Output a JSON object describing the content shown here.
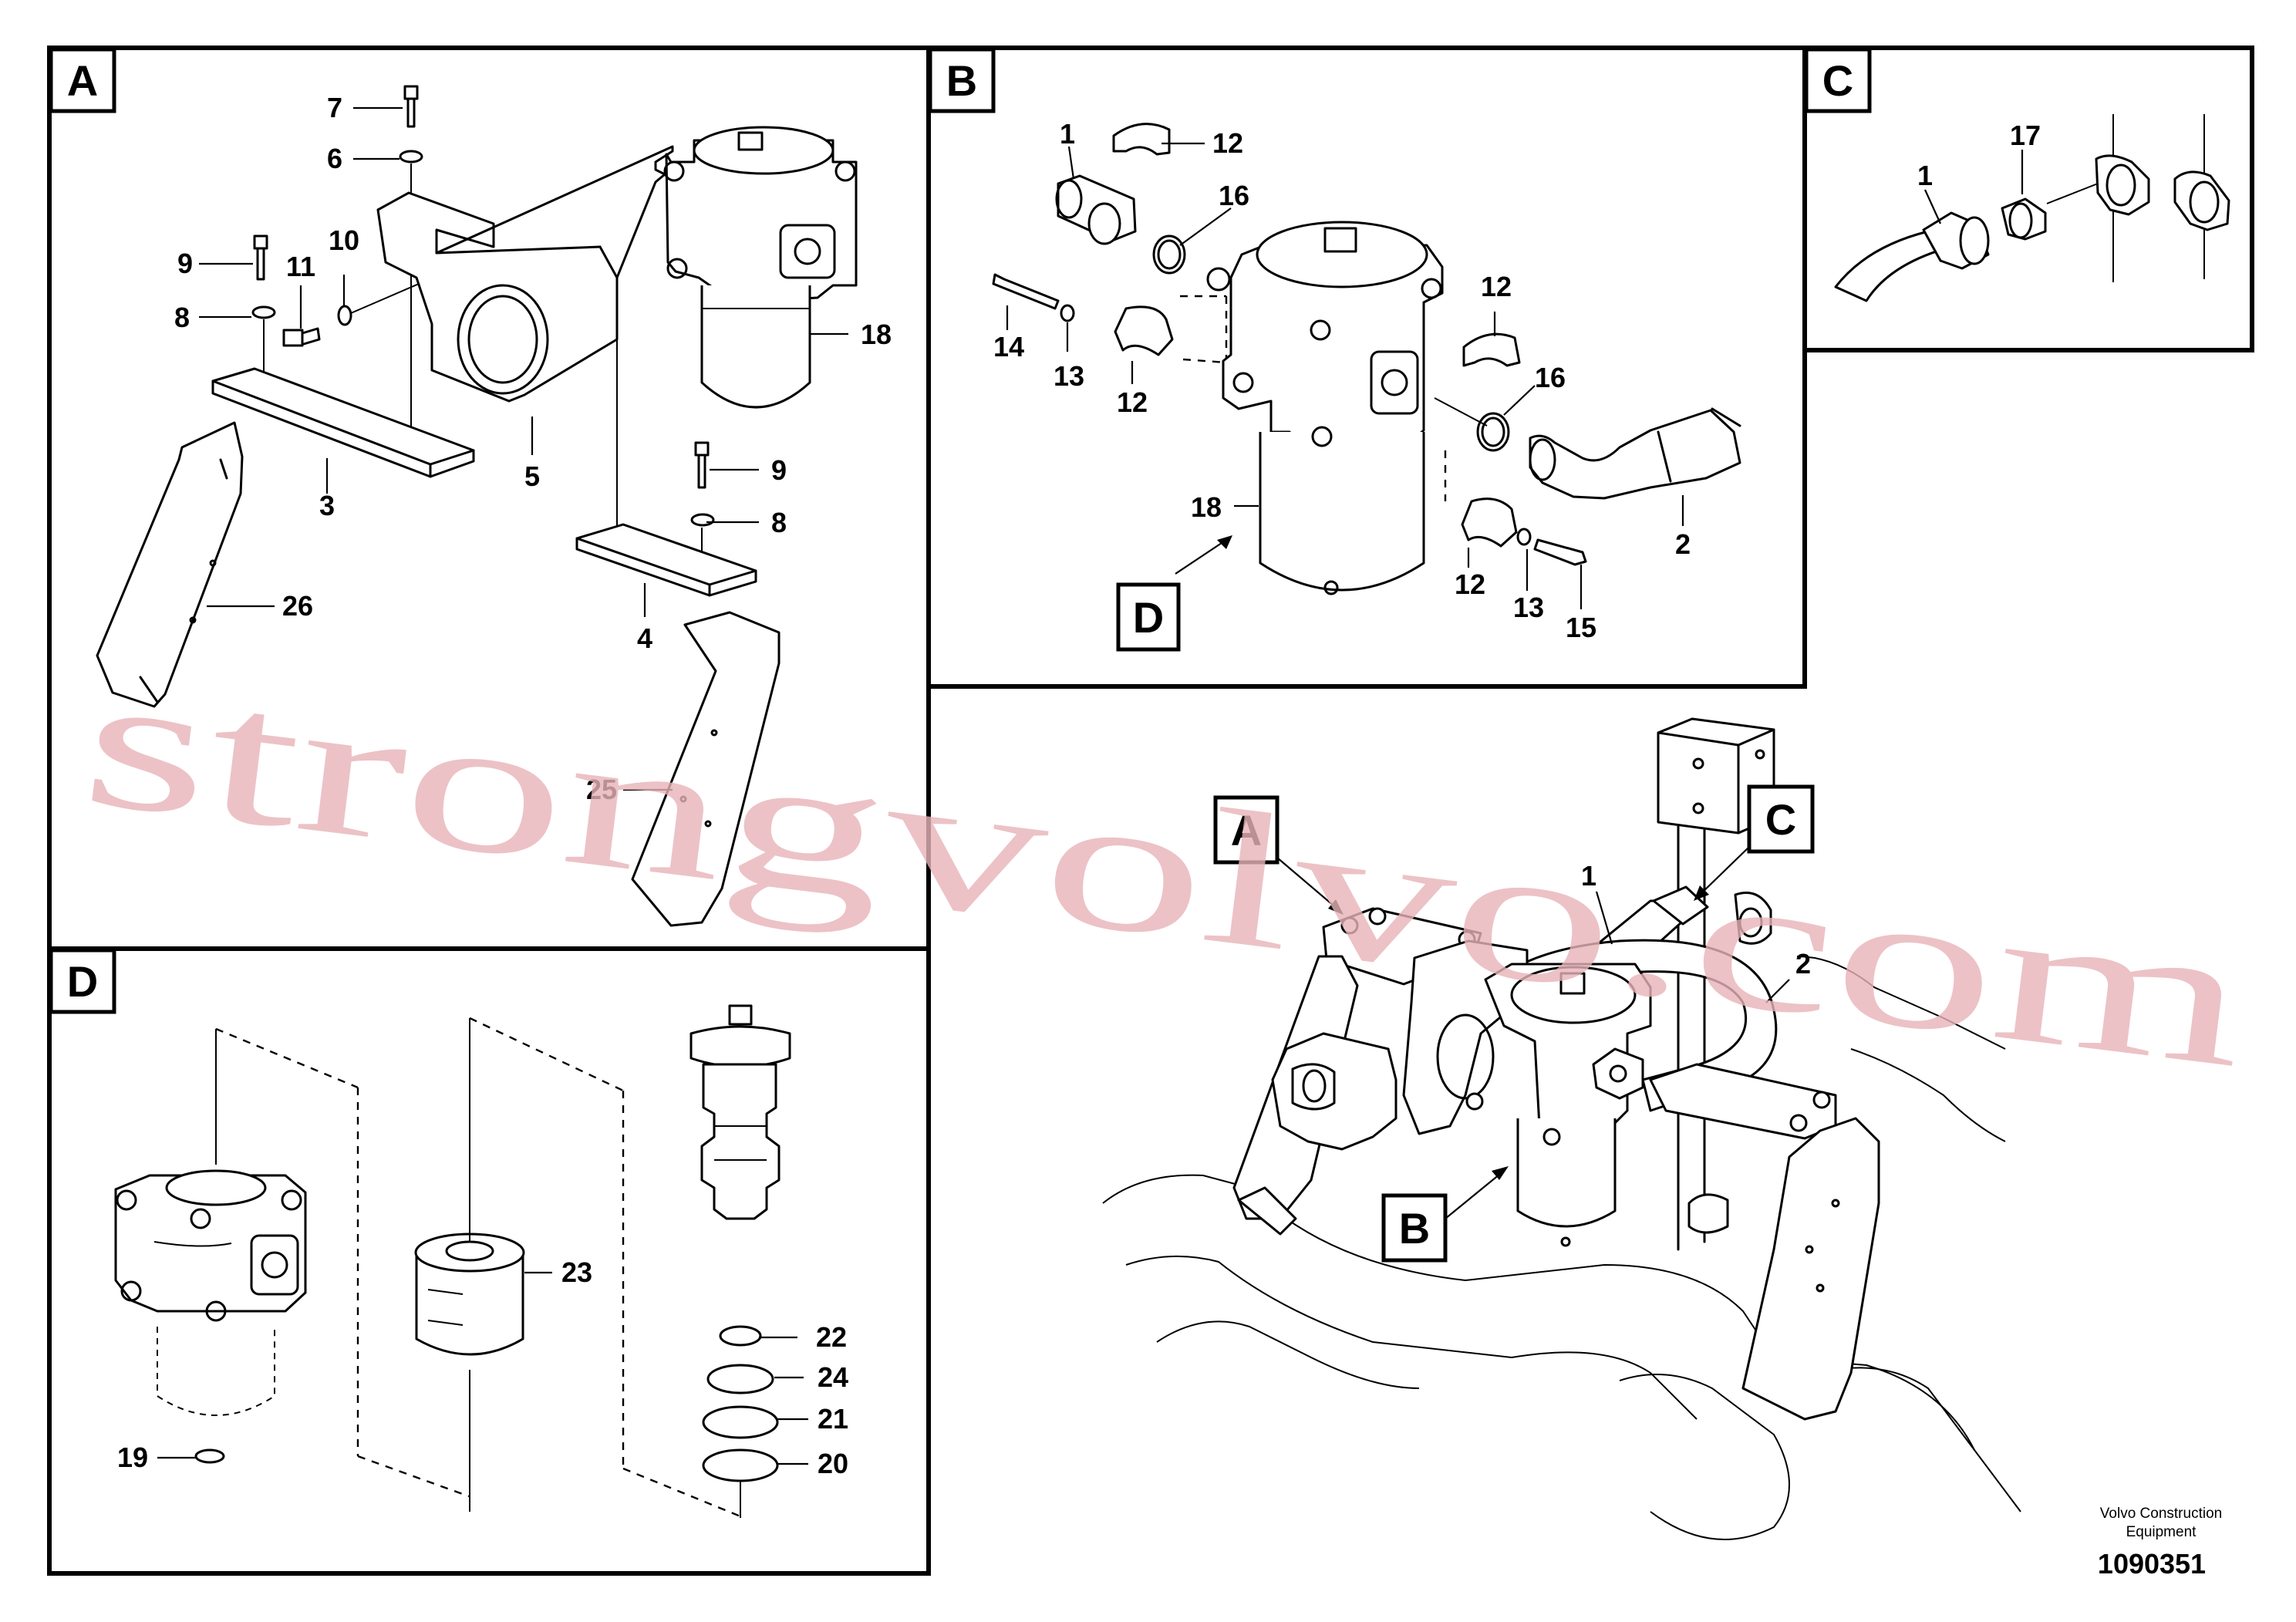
{
  "sections": {
    "A": "A",
    "B": "B",
    "C": "C",
    "D": "D"
  },
  "callouts": {
    "a7": "7",
    "a6": "6",
    "a9": "9",
    "a11": "11",
    "a10": "10",
    "a8": "8",
    "a18": "18",
    "a3": "3",
    "a5": "5",
    "a9b": "9",
    "a8b": "8",
    "a26": "26",
    "a4": "4",
    "a25": "25",
    "b1": "1",
    "b12a": "12",
    "b16a": "16",
    "b14": "14",
    "b13a": "13",
    "b12b": "12",
    "b12c": "12",
    "b16b": "16",
    "b18": "18",
    "b2": "2",
    "b12d": "12",
    "b13b": "13",
    "b15": "15",
    "c1": "1",
    "c17": "17",
    "d23": "23",
    "d22": "22",
    "d24": "24",
    "d21": "21",
    "d19": "19",
    "d20": "20",
    "o1": "1",
    "o2": "2"
  },
  "watermark": "strongvolvo.com",
  "footer": {
    "company_line1": "Volvo Construction",
    "company_line2": "Equipment",
    "doc_number": "1090351"
  }
}
